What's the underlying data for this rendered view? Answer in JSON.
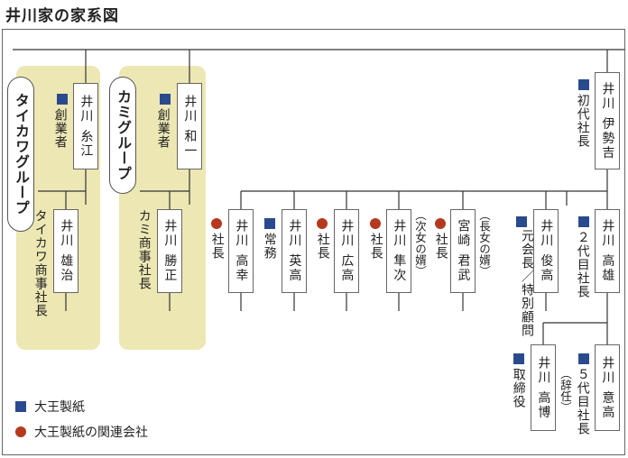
{
  "title": "井川家の家系図",
  "colors": {
    "daio": "#2a4a8e",
    "affiliate": "#b5391f",
    "group_bg": "#ede7b4"
  },
  "groups": {
    "taikawa": "タイカワグループ",
    "kami": "カミグループ"
  },
  "people": {
    "itoe": {
      "name": "井川 糸江",
      "role": "創業者",
      "marker": "square"
    },
    "yuji": {
      "name": "井川 雄治",
      "role": "タイカワ商事社長"
    },
    "kazuichi": {
      "name": "井川 和一",
      "role": "創業者",
      "marker": "square"
    },
    "katsumasa": {
      "name": "井川 勝正",
      "role": "カミ商事社長"
    },
    "iseyoshi": {
      "name": "井川 伊勢吉",
      "role": "初代社長",
      "marker": "square"
    },
    "takayuki": {
      "name": "井川 高幸",
      "role": "社長",
      "marker": "circle"
    },
    "hidetaka": {
      "name": "井川 英高",
      "role": "常務",
      "marker": "square"
    },
    "hirotaka": {
      "name": "井川 広高",
      "role": "社長",
      "marker": "circle"
    },
    "hayaji": {
      "name": "井川 隼次",
      "role": "社長",
      "marker": "circle",
      "note": "（次女の婿）"
    },
    "kimitake": {
      "name": "宮崎 君武",
      "role": "社長",
      "marker": "circle",
      "note": "（長女の婿）"
    },
    "toshitaka": {
      "name": "井川 俊高",
      "role": "元会長／特別顧問",
      "marker": "square"
    },
    "takao": {
      "name": "井川 高雄",
      "role": "２代目社長",
      "marker": "square"
    },
    "takahiro": {
      "name": "井川 高博",
      "role": "取締役",
      "marker": "square"
    },
    "mototaka": {
      "name": "井川 意高",
      "role": "５代目社長",
      "marker": "square",
      "note": "（辞任）"
    }
  },
  "legend": {
    "square": "大王製紙",
    "circle": "大王製紙の関連会社"
  }
}
